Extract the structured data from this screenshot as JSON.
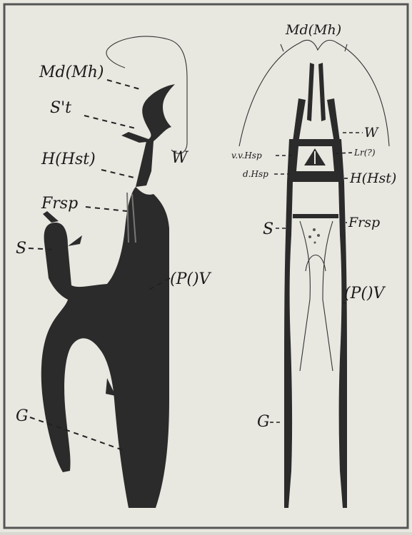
{
  "left_figure": {
    "labels": {
      "mandible": "Md(Mh)",
      "st": "S't",
      "hypostome": "H(Hst)",
      "frsp": "Frsp",
      "s": "S",
      "ventral": "(P()V",
      "w": "W",
      "g": "G"
    }
  },
  "right_figure": {
    "labels": {
      "mandible": "Md(Mh)",
      "w": "W",
      "lr": "Lr(?)",
      "vvhsp": "v.v.Hsp",
      "dhsp": "d.Hsp",
      "hypostome": "H(Hst)",
      "s": "S",
      "frsp": "Frsp",
      "ventral": "(P()V",
      "g": "G"
    }
  },
  "colors": {
    "ink": "#2b2b2b",
    "paper": "#e8e7e0",
    "frame": "#555555"
  }
}
